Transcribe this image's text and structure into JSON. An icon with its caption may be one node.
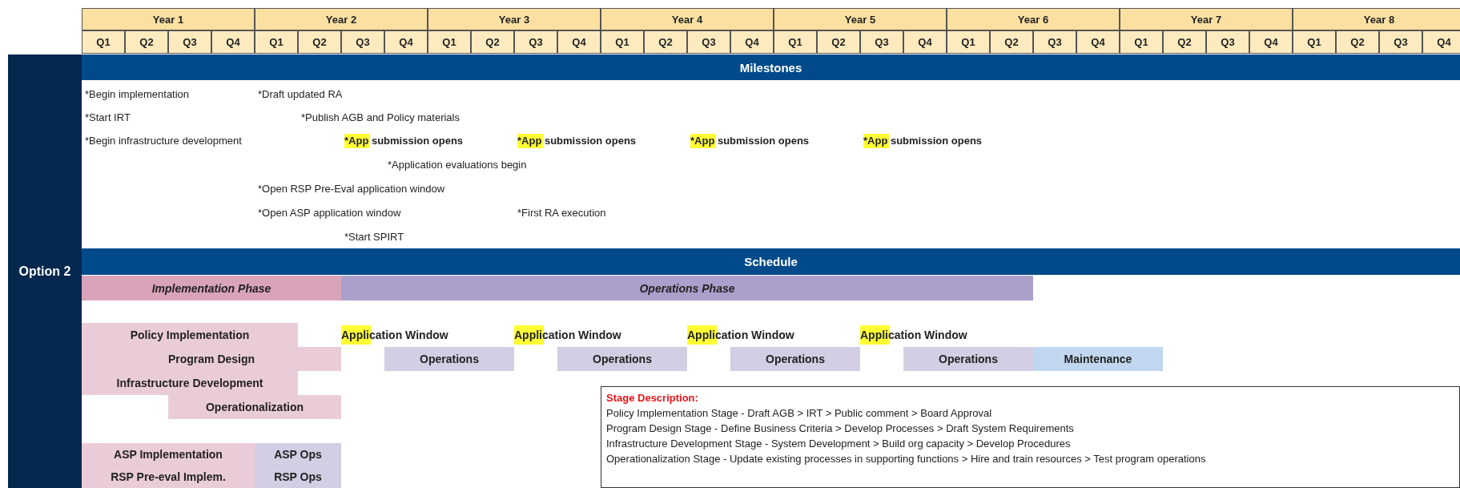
{
  "diagram": {
    "nodes": [
      {
        "text": [
          "Option 2"
        ]
      },
      {
        "text": [
          "Milestones"
        ]
      },
      {
        "text": [
          "Schedule"
        ]
      },
      {
        "text": [
          "Implementation Phase"
        ]
      },
      {
        "text": [
          "Operations Phase"
        ]
      },
      {
        "text": [
          "Policy Implementation"
        ]
      },
      {
        "text": [
          "Program Design"
        ]
      },
      {
        "text": [
          "Operations"
        ]
      },
      {
        "text": [
          "Operations"
        ]
      },
      {
        "text": [
          "Operations"
        ]
      },
      {
        "text": [
          "Operations"
        ]
      },
      {
        "text": [
          "Maintenance"
        ]
      },
      {
        "text": [
          "Infrastructure Development"
        ]
      },
      {
        "text": [
          "Operationalization"
        ]
      },
      {
        "text": [
          "Stage Description:",
          "Policy Implementation Stage - Draft AGB > IRT > Public comment > Board Approval",
          "Program Design Stage - Define Business Criteria > Develop Processes > Draft System Requirements",
          "Infrastructure Development Stage - System Development > Build org capacity > Develop Procedures",
          "Operationalization Stage - Update existing processes in supporting functions > Hire and train resources > Test program operations"
        ]
      },
      {
        "text": [
          "ASP Implementation"
        ]
      },
      {
        "text": [
          "ASP Ops"
        ]
      },
      {
        "text": [
          "RSP Pre-eval Implem."
        ]
      },
      {
        "text": [
          "RSP Ops"
        ]
      }
    ],
    "labels": [
      "Year 1",
      "Year 2",
      "Year 3",
      "Year 4",
      "Year 5",
      "Year 6",
      "Year 7",
      "Year 8",
      "Q1",
      "Q2",
      "Q3",
      "Q4",
      "Q1",
      "Q2",
      "Q3",
      "Q4",
      "Q1",
      "Q2",
      "Q3",
      "Q4",
      "Q1",
      "Q2",
      "Q3",
      "Q4",
      "Q1",
      "Q2",
      "Q3",
      "Q4",
      "Q1",
      "Q2",
      "Q3",
      "Q4",
      "Q1",
      "Q2",
      "Q3",
      "Q4",
      "Q1",
      "Q2",
      "Q3",
      "Q4",
      "*Begin implementation",
      "*Draft updated RA",
      "*Start IRT",
      "*Publish AGB and Policy materials",
      "*Begin infrastructure development",
      "*App submission opens",
      "*App submission opens",
      "*App submission opens",
      "*App submission opens",
      "*Application evaluations begin",
      "*Open RSP Pre-Eval application window",
      "*Open ASP application window",
      "*First RA execution",
      "*Start SPIRT",
      "Application Window",
      "Application Window",
      "Application Window",
      "Application Window"
    ]
  }
}
